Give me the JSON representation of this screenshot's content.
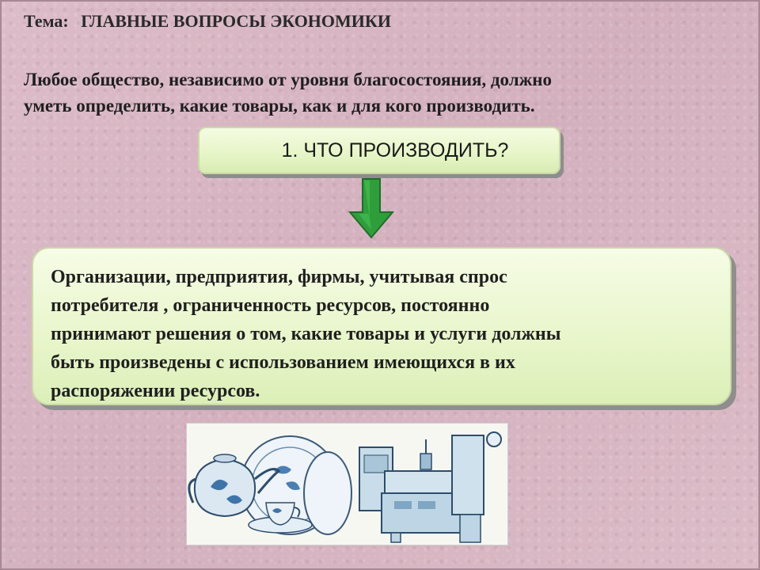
{
  "topic": {
    "label": "Тема:",
    "title": "ГЛАВНЫЕ ВОПРОСЫ ЭКОНОМИКИ"
  },
  "intro": {
    "line1": "Любое общество, независимо от уровня благосостояния, должно",
    "line2": "уметь определить, какие товары, как и для кого производить."
  },
  "question": {
    "text": "1. ЧТО ПРОИЗВОДИТЬ?"
  },
  "answer": {
    "lines": [
      "Организации, предприятия, фирмы, учитывая спрос",
      "потребителя ,  ограниченность ресурсов, постоянно",
      "принимают решения о том,  какие товары и услуги должны",
      "быть произведены с использованием имеющихся в их",
      "распоряжении  ресурсов."
    ]
  },
  "colors": {
    "background": "#d9b8c4",
    "box_fill": "#e6f5c6",
    "arrow": "#2e9e3a"
  },
  "icons": {
    "arrow": "arrow-down-icon",
    "illustration": "dishes-and-machine-tool-illustration"
  }
}
